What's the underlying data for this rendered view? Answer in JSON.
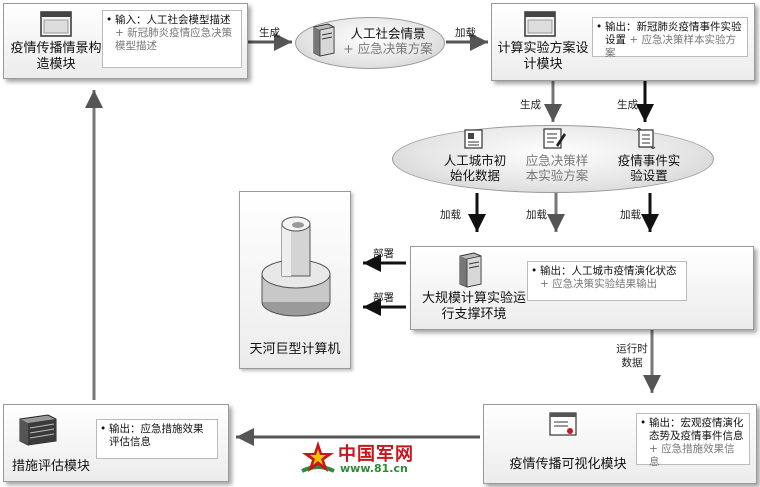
{
  "modules": {
    "scenario_build": {
      "title": "疫情传播情景构造模块",
      "input_label": "输入：人工社会模型描述",
      "input_extra": "+ 新冠肺炎疫情应急决策模型描述"
    },
    "exp_design": {
      "title": "计算实验方案设计模块",
      "output_label": "输出：新冠肺炎疫情事件实验设置",
      "output_extra": "+ 应急决策样本实验方案"
    },
    "runtime": {
      "title": "大规模计算实验运行支撑环境",
      "output_label": "输出：人工城市疫情演化状态",
      "output_extra": "+ 应急决策实验结果输出"
    },
    "visualization": {
      "title": "疫情传播可视化模块",
      "output_label": "输出：宏观疫情演化态势及疫情事件信息",
      "output_extra": "+ 应急措施效果信息"
    },
    "evaluation": {
      "title": "措施评估模块",
      "output_label": "输出：应急措施效果评估信息"
    }
  },
  "scenario_cloud": {
    "line1": "人工社会情景",
    "line2": "+ 应急决策方案"
  },
  "data_cloud": {
    "item1": "人工城市初始化数据",
    "item2": "应急决策样本实验方案",
    "item3": "疫情事件实验设置"
  },
  "supercomputer": {
    "label": "天河巨型计算机"
  },
  "edges": {
    "gen": "生成",
    "load": "加载",
    "deploy": "部署",
    "runtime_data": "运行时数据"
  },
  "watermark": {
    "name": "中国军网",
    "url": "www.81.cn"
  },
  "colors": {
    "line": "#555555",
    "box_border": "#9a9a9a",
    "logo_red": "#c8161d",
    "logo_green": "#2e8b3a"
  }
}
